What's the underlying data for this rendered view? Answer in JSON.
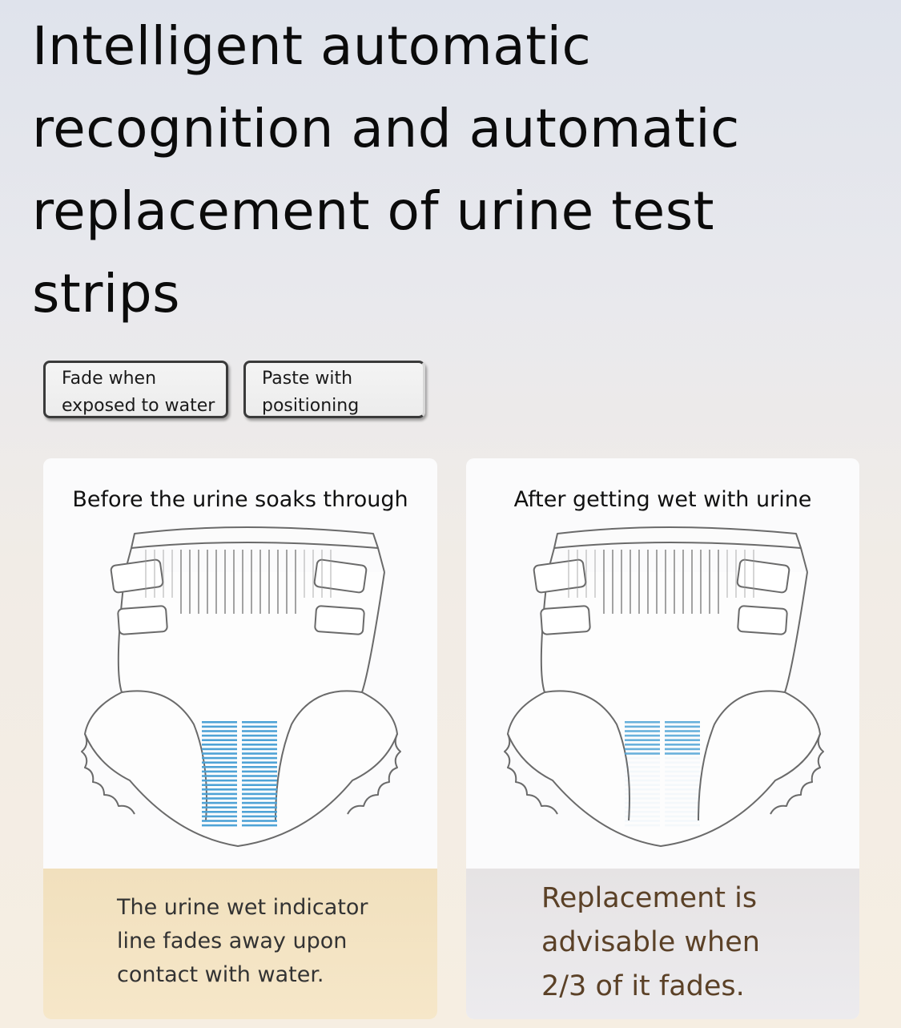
{
  "headline": {
    "lines": [
      "Intelligent automatic",
      "recognition and automatic",
      "replacement of urine test",
      "strips"
    ]
  },
  "tags": [
    {
      "lines": [
        "Fade when",
        "exposed to water"
      ]
    },
    {
      "lines": [
        "Paste with",
        "positioning"
      ]
    }
  ],
  "panels": {
    "before": {
      "title": "Before the urine soaks through",
      "caption": [
        "The urine wet indicator",
        "line fades away upon",
        "contact with water."
      ],
      "indicator_opacity": 1.0
    },
    "after": {
      "title": "After getting wet with urine",
      "caption": [
        "Replacement is",
        "advisable when",
        "2/3 of it fades."
      ],
      "indicator_opacity": 0.33
    }
  },
  "colors": {
    "indicator_blue": "#4fa3d6",
    "caption_brown": "#5b4127",
    "left_caption_bg": "#f3e3c3",
    "right_caption_bg": "#e8e6e8"
  }
}
